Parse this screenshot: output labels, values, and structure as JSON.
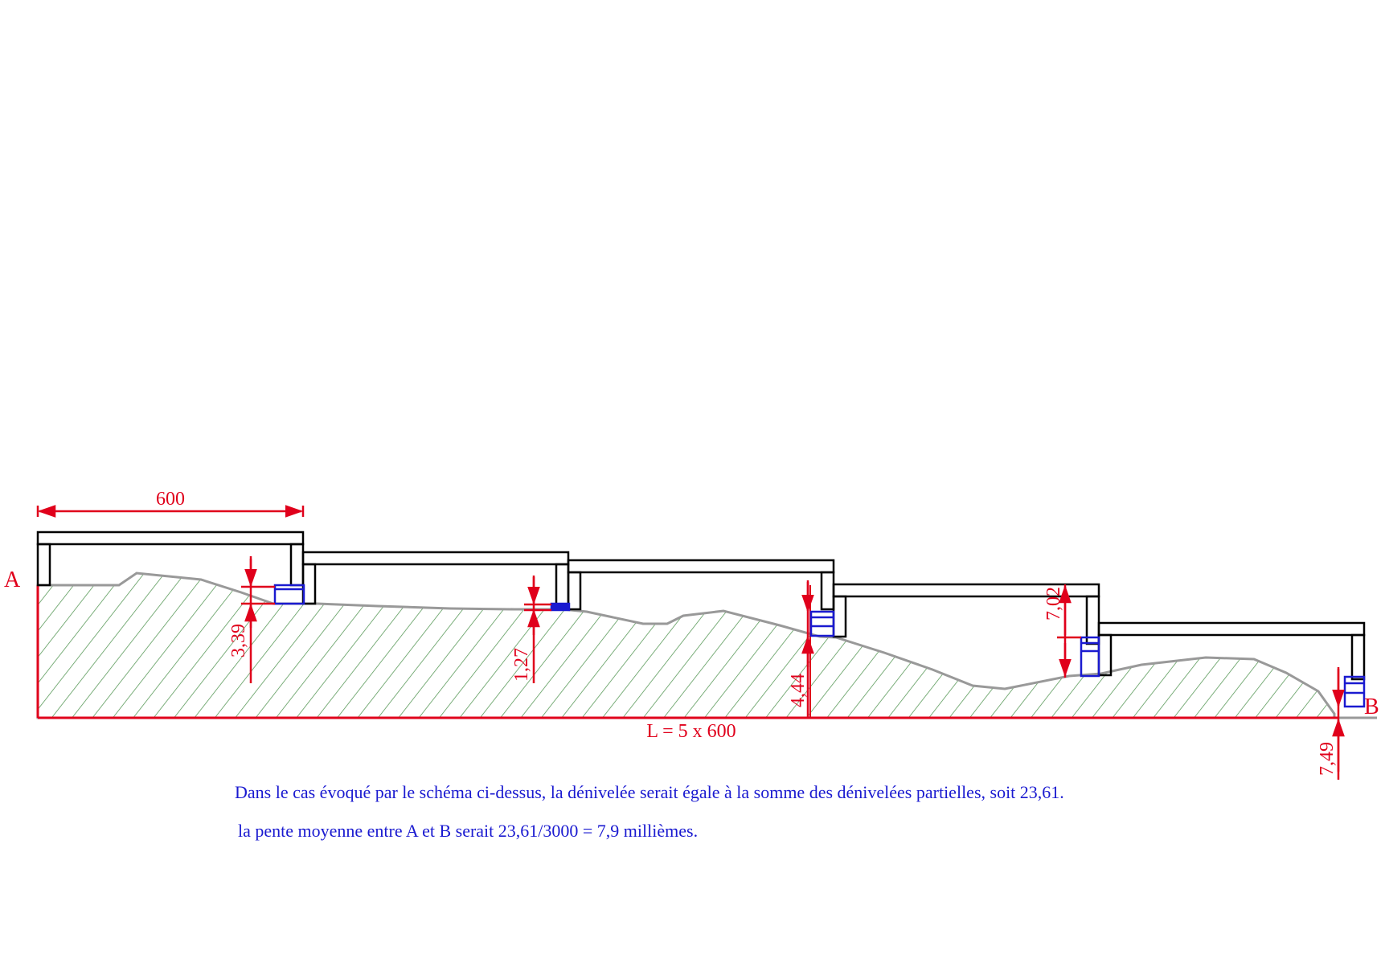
{
  "colors": {
    "dimension": "#e0001b",
    "note_text": "#1a1ad0",
    "ground_hatch": "#5a9a5a",
    "ground_line": "#999999",
    "level": "#1a1ad0",
    "structure": "#000000"
  },
  "labels": {
    "point_a": "A",
    "point_b": "B",
    "span_width": "600",
    "total_length": "L = 5 x 600"
  },
  "offsets": [
    "3,39",
    "1,27",
    "4,44",
    "7,02",
    "7,49"
  ],
  "notes": {
    "line1": "Dans le cas évoqué par le schéma ci-dessus, la dénivelée serait égale à la somme des dénivelées partielles, soit 23,61.",
    "line2": "la pente moyenne entre A et B serait 23,61/3000 = 7,9 millièmes."
  }
}
